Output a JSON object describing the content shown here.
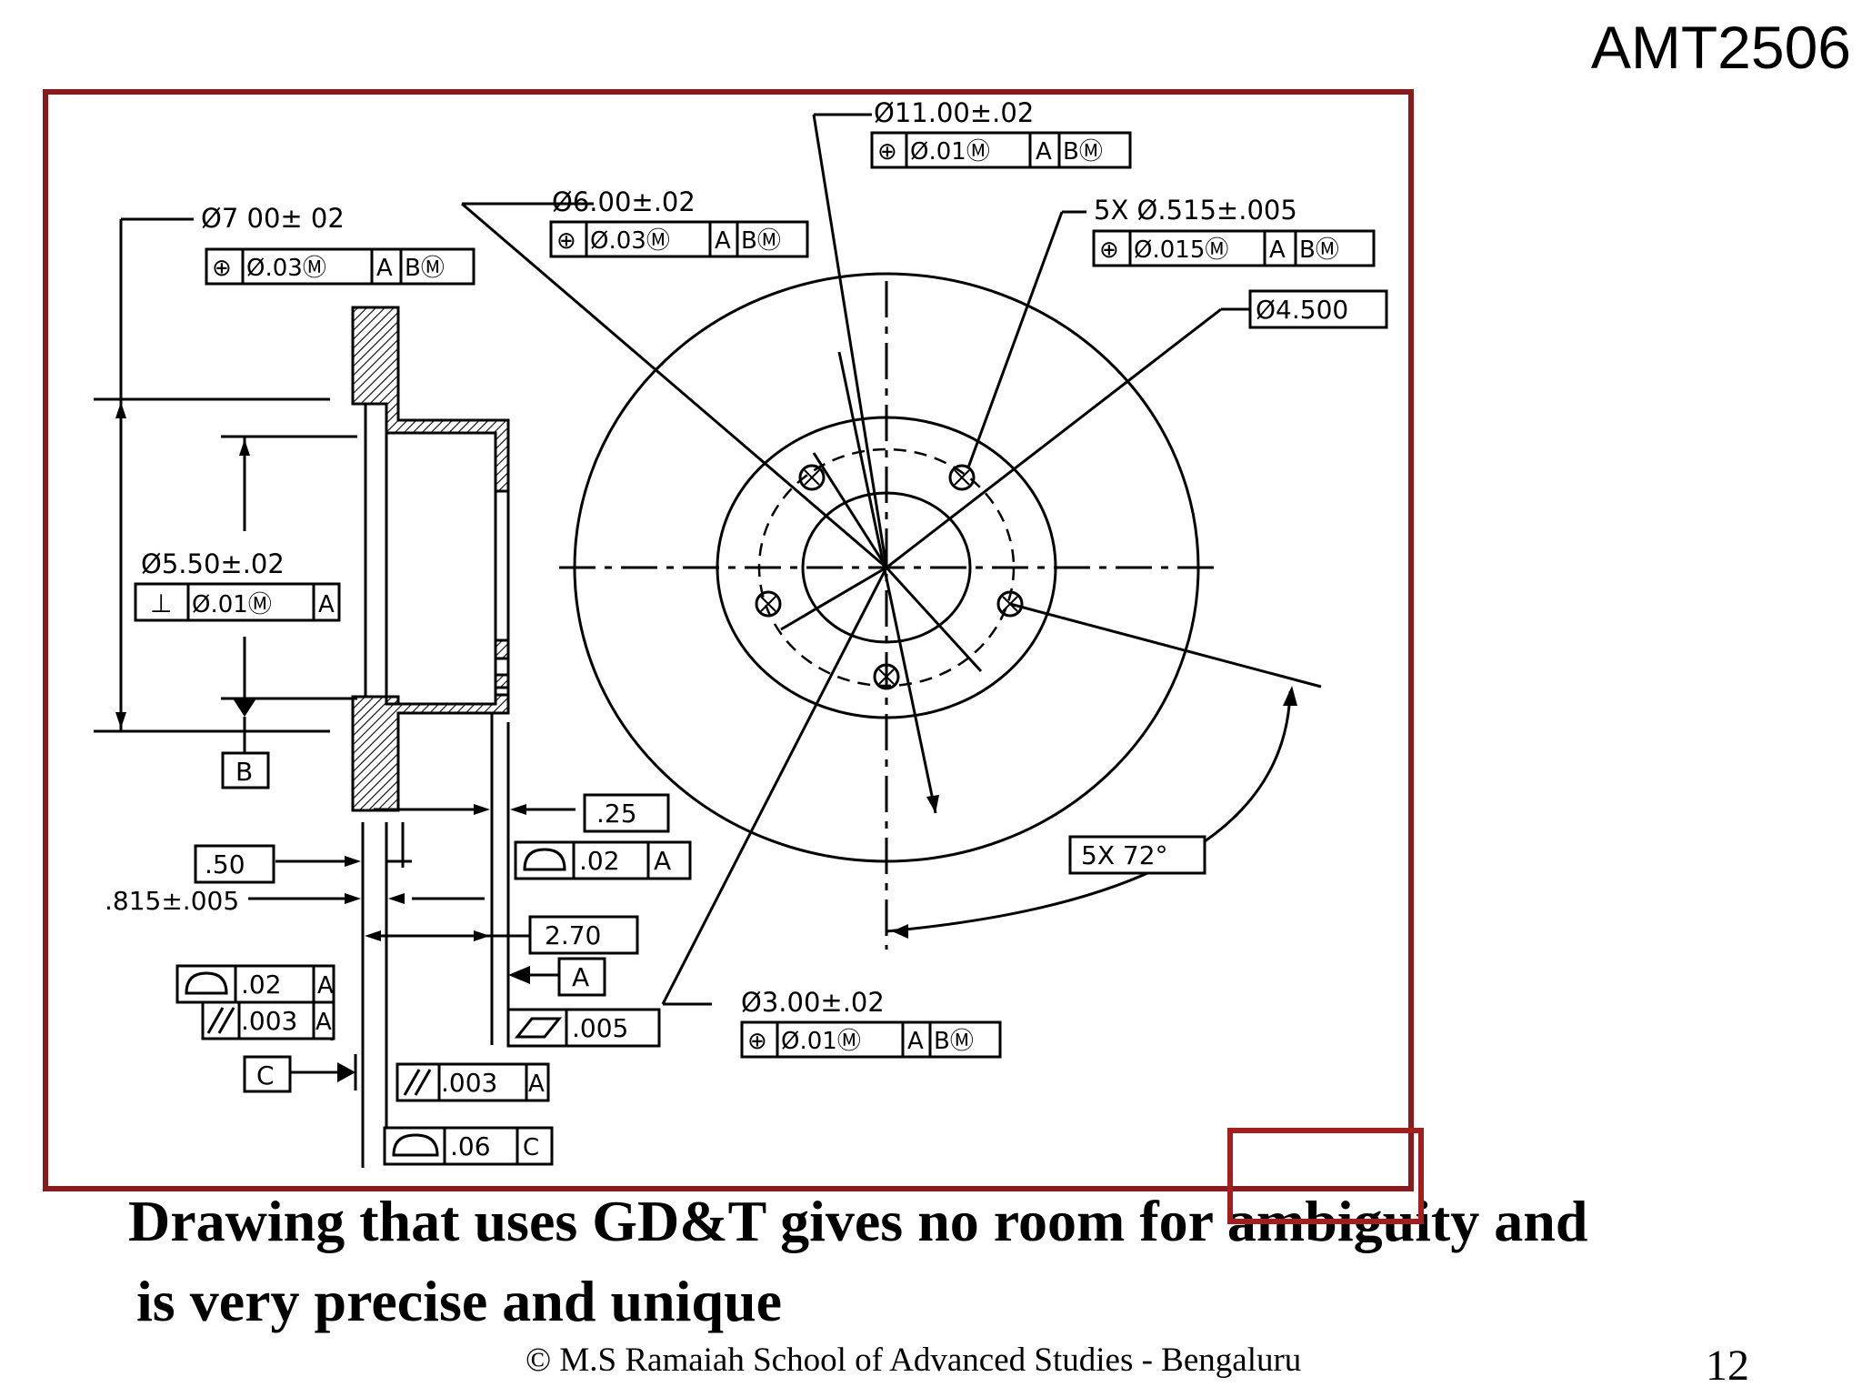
{
  "header": {
    "course_code": "AMT2506"
  },
  "drawing": {
    "callouts": {
      "dia_11": "Ø11.00±.02",
      "dia_11_fcf": [
        "⊕",
        "Ø.01Ⓜ",
        "A",
        "BⓂ"
      ],
      "dia_6": "Ø6.00±.02",
      "dia_6_fcf": [
        "⊕",
        "Ø.03Ⓜ",
        "A",
        "BⓂ"
      ],
      "dia_7": "Ø7 00± 02",
      "dia_7_fcf": [
        "⊕",
        "Ø.03Ⓜ",
        "A",
        "BⓂ"
      ],
      "holes": "5X Ø.515±.005",
      "holes_fcf": [
        "⊕",
        "Ø.015Ⓜ",
        "A",
        "BⓂ"
      ],
      "bolt_circle": "Ø4.500",
      "dia_5_5": "Ø5.50±.02",
      "dia_5_5_fcf": [
        "⊥",
        "Ø.01Ⓜ",
        "A"
      ],
      "datum_b": "B",
      "dim_25": ".25",
      "profile_02_a": [
        ".02",
        "A"
      ],
      "dim_50": ".50",
      "dim_815": ".815±.005",
      "dim_270": "2.70",
      "datum_a": "A",
      "profile_02_a_left": [
        ".02",
        "A"
      ],
      "parallel_003_a_left": [
        ".003",
        "A"
      ],
      "datum_c": "C",
      "flatness_005": ".005",
      "parallel_003_a": [
        ".003",
        "A"
      ],
      "profile_06_c": [
        ".06",
        "C"
      ],
      "angle": "5X  72°",
      "dia_3": "Ø3.00±.02",
      "dia_3_fcf": [
        "⊕",
        "Ø.01Ⓜ",
        "A",
        "BⓂ"
      ]
    }
  },
  "caption": {
    "line1": "Drawing that uses GD&T gives no room for ambiguity and",
    "line2": "is very precise and unique"
  },
  "footer": {
    "copyright": "© M.S Ramaiah School of Advanced Studies - Bengaluru",
    "page_number": "12"
  },
  "colors": {
    "frame": "#8b1a1a",
    "corner_box": "#a51e1e"
  }
}
